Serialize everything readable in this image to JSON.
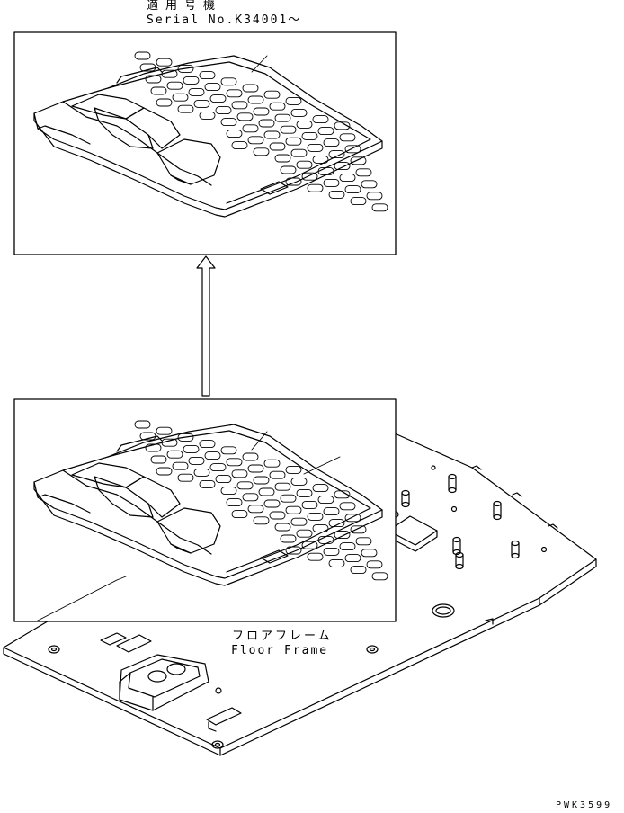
{
  "applicability": {
    "jp_label": "適用号機",
    "serial": "Serial No.K34001～"
  },
  "floor_frame": {
    "jp_label": "フロアフレーム",
    "en_label": "Floor Frame"
  },
  "drawing_code": "PWK3599"
}
